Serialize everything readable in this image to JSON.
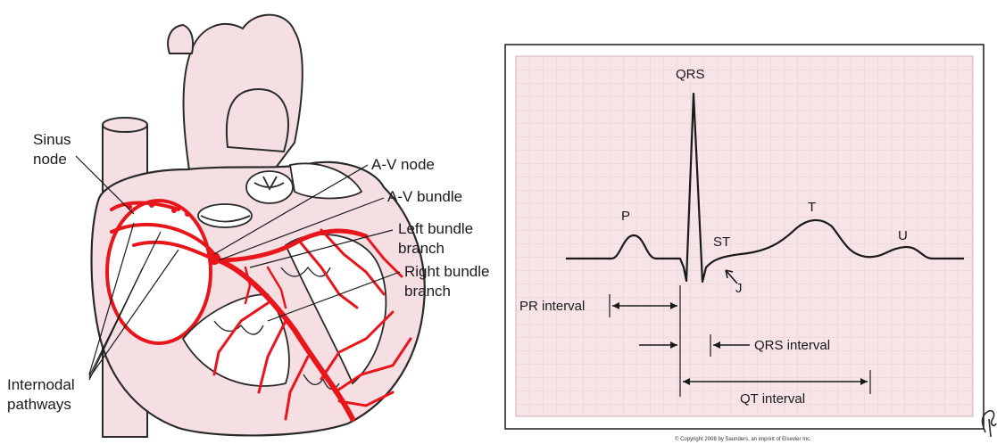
{
  "heart": {
    "labels": {
      "sinus_node_1": "Sinus",
      "sinus_node_2": "node",
      "av_node": "A-V node",
      "av_bundle": "A-V bundle",
      "left_bundle_1": "Left bundle",
      "left_bundle_2": "branch",
      "right_bundle_1": "Right bundle",
      "right_bundle_2": "branch",
      "internodal_1": "Internodal",
      "internodal_2": "pathways"
    },
    "colors": {
      "tissue": "#f5dfe3",
      "conduction": "#e8151b",
      "outline": "#2a2a2a"
    }
  },
  "ecg": {
    "waves": {
      "p": "P",
      "qrs": "QRS",
      "st": "ST",
      "t": "T",
      "u": "U",
      "j": "J"
    },
    "intervals": {
      "pr": "PR interval",
      "qrs": "QRS interval",
      "qt": "QT interval"
    },
    "colors": {
      "grid_background": "#f7e4e6",
      "grid_line": "#e9c3c8",
      "trace": "#1a1a1a"
    }
  },
  "copyright": "© Copyright 2008 by Saunders, an imprint of Elsevier Inc.",
  "publisher_mark_icon": "elsevier-tree-icon"
}
